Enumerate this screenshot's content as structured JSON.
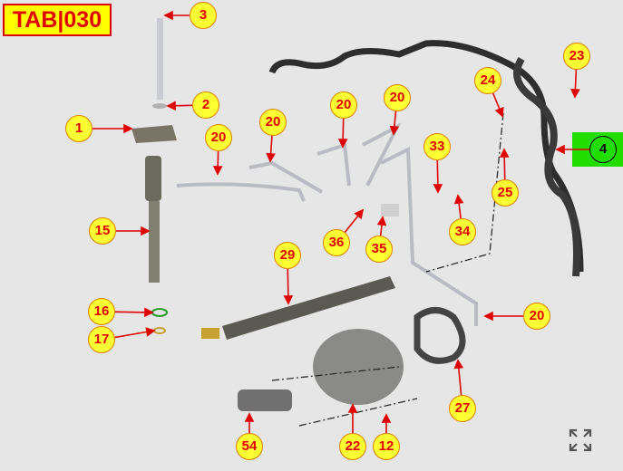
{
  "title": "TAB|030",
  "callouts": [
    "3",
    "2",
    "1",
    "20",
    "20",
    "20",
    "20",
    "24",
    "23",
    "4",
    "33",
    "25",
    "15",
    "29",
    "36",
    "35",
    "34",
    "20",
    "16",
    "17",
    "27",
    "54",
    "22",
    "12"
  ],
  "colors": {
    "callout_fill": "#ffff33",
    "callout_text": "#e00000",
    "highlight": "#22dd00",
    "background": "#e6e6e6"
  },
  "icons": {
    "expand": "expand-icon"
  }
}
